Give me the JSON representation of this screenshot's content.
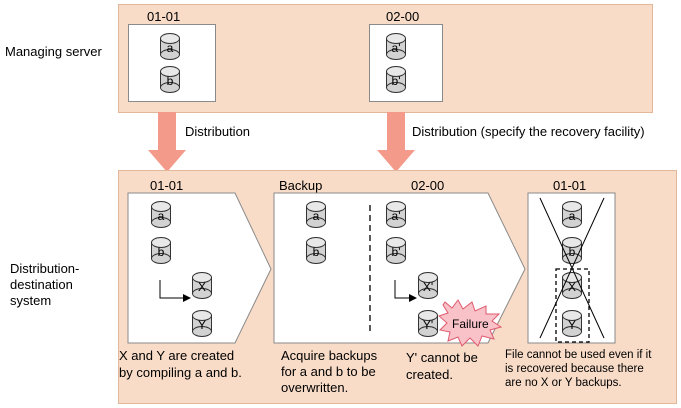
{
  "labels": {
    "managing_server": "Managing server",
    "distribution_destination": [
      "Distribution-",
      "destination",
      "system"
    ]
  },
  "server": {
    "left_version": "01-01",
    "right_version": "02-00",
    "left_files": [
      "a",
      "b"
    ],
    "right_files": [
      "a'",
      "b'"
    ]
  },
  "arrows": {
    "left": "Distribution",
    "right": "Distribution (specify the recovery facility)"
  },
  "dest": {
    "panel1": {
      "version": "01-01",
      "files": [
        "a",
        "b"
      ],
      "created": [
        "X",
        "Y"
      ],
      "note": [
        "X and Y are created",
        "by compiling a and b."
      ]
    },
    "panel2": {
      "backup_label": "Backup",
      "version": "02-00",
      "backup_files": [
        "a",
        "b"
      ],
      "files": [
        "a'",
        "b'"
      ],
      "created": [
        "X'",
        "Y'"
      ],
      "failure": "Failure",
      "note_left": [
        "Acquire backups",
        "for a and b to be",
        "overwritten."
      ],
      "note_right": [
        "Y' cannot be",
        "created."
      ]
    },
    "panel3": {
      "version": "01-01",
      "files": [
        "a",
        "b",
        "X",
        "Y"
      ],
      "note": [
        "File cannot be used even if it",
        "is recovered because there",
        "are no X or Y backups."
      ]
    }
  },
  "colors": {
    "panel_fill": "#f8dcc8",
    "arrow": "#f49a8a",
    "burst": "#f9c2c8"
  }
}
